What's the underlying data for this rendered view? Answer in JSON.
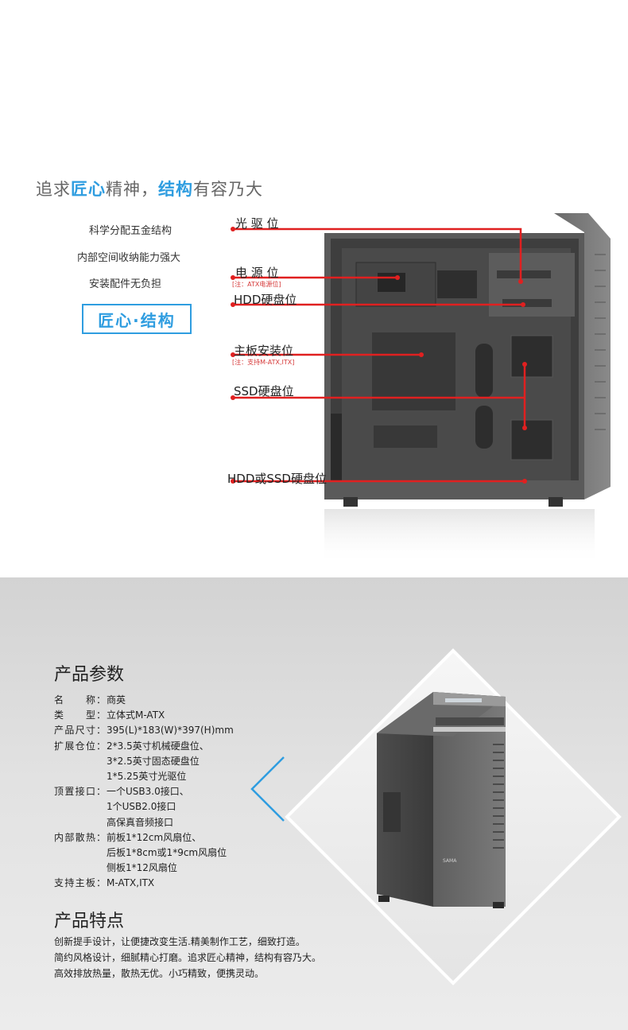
{
  "headline": {
    "part1": "追求",
    "part2": "匠心",
    "part3": "精神，",
    "part4": "结构",
    "part5": "有容乃大"
  },
  "features": [
    "科学分配五金结构",
    "内部空间收纳能力强大",
    "安装配件无负担"
  ],
  "badge": "匠心·结构",
  "callouts": {
    "optical": "光  驱  位",
    "psu": "电  源  位",
    "psu_note": "[注：ATX电源位]",
    "hdd": "HDD硬盘位",
    "mobo": "主板安装位",
    "mobo_note": "[注：支持M-ATX,ITX]",
    "ssd": "SSD硬盘位",
    "hdd_ssd": "HDD或SSD硬盘位"
  },
  "colors": {
    "accent": "#2f9de0",
    "callout_line": "#e02020"
  },
  "params": {
    "title": "产品参数",
    "rows": [
      {
        "key": "名称",
        "value": "商英",
        "cont": []
      },
      {
        "key": "类型",
        "value": "立体式M-ATX",
        "cont": []
      },
      {
        "key": "产品尺寸",
        "value": "395(L)*183(W)*397(H)mm",
        "cont": []
      },
      {
        "key": "扩展仓位",
        "value": "2*3.5英寸机械硬盘位、",
        "cont": [
          "3*2.5英寸固态硬盘位",
          "1*5.25英寸光驱位"
        ]
      },
      {
        "key": "顶置接口",
        "value": "一个USB3.0接口、",
        "cont": [
          "1个USB2.0接口",
          "高保真音频接口"
        ]
      },
      {
        "key": "内部散热",
        "value": "前板1*12cm风扇位、",
        "cont": [
          "后板1*8cm或1*9cm风扇位",
          "侧板1*12风扇位"
        ]
      },
      {
        "key": "支持主板",
        "value": "M-ATX,ITX",
        "cont": []
      }
    ]
  },
  "features_section": {
    "title": "产品特点",
    "lines": [
      "创新提手设计，让便捷改变生活.精美制作工艺，细致打造。",
      "简约风格设计，细腻精心打磨。追求匠心精神，结构有容乃大。",
      "高效排放热量，散热无优。小巧精致，便携灵动。"
    ]
  },
  "case_brand": "SAMA"
}
